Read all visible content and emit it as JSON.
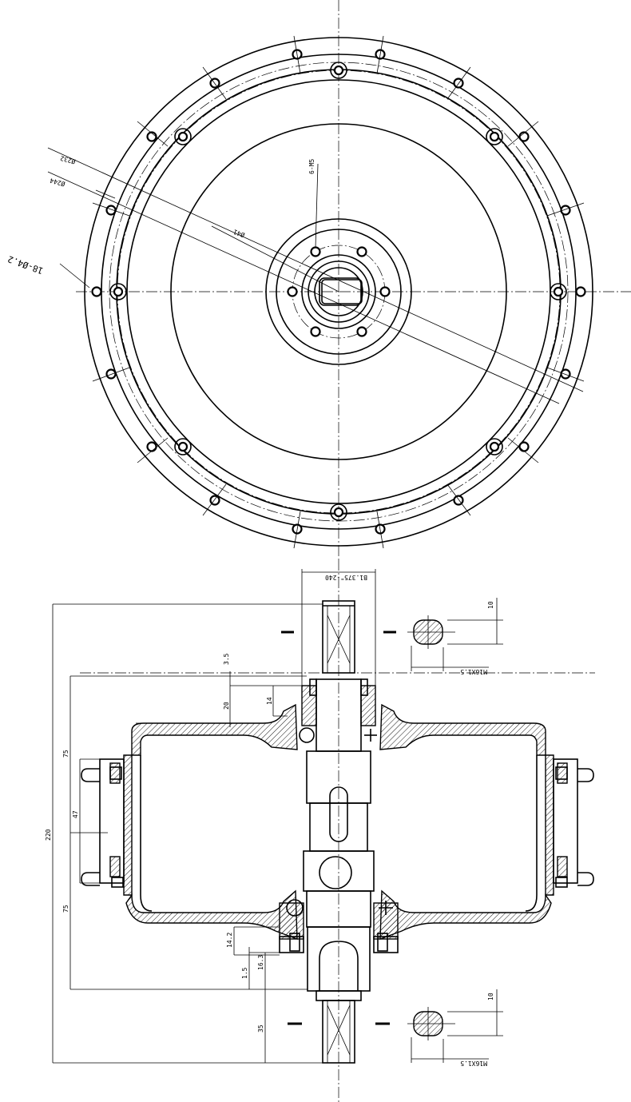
{
  "top_view": {
    "labels": {
      "dia_232": "Ø232",
      "dia_244": "Ø244",
      "dia_41": "Ø41",
      "holes_18": "18-Ø4.2",
      "holes_6": "6-M5"
    }
  },
  "side_view": {
    "labels": {
      "shaft_top": "B1.375\"-240",
      "dim_3_5": "3.5",
      "dim_20": "20",
      "dim_14": "14",
      "dim_75_top": "75",
      "dim_47": "47",
      "dim_220": "220",
      "dim_75_bottom": "75",
      "dim_14_2": "14.2",
      "dim_1_5": "1.5",
      "dim_16_3": "16.3",
      "dim_35": "35",
      "sect_top_dim": "10",
      "sect_top_thread": "M16X1.5",
      "sect_bot_dim": "10",
      "sect_bot_thread": "M16X1.5"
    }
  }
}
